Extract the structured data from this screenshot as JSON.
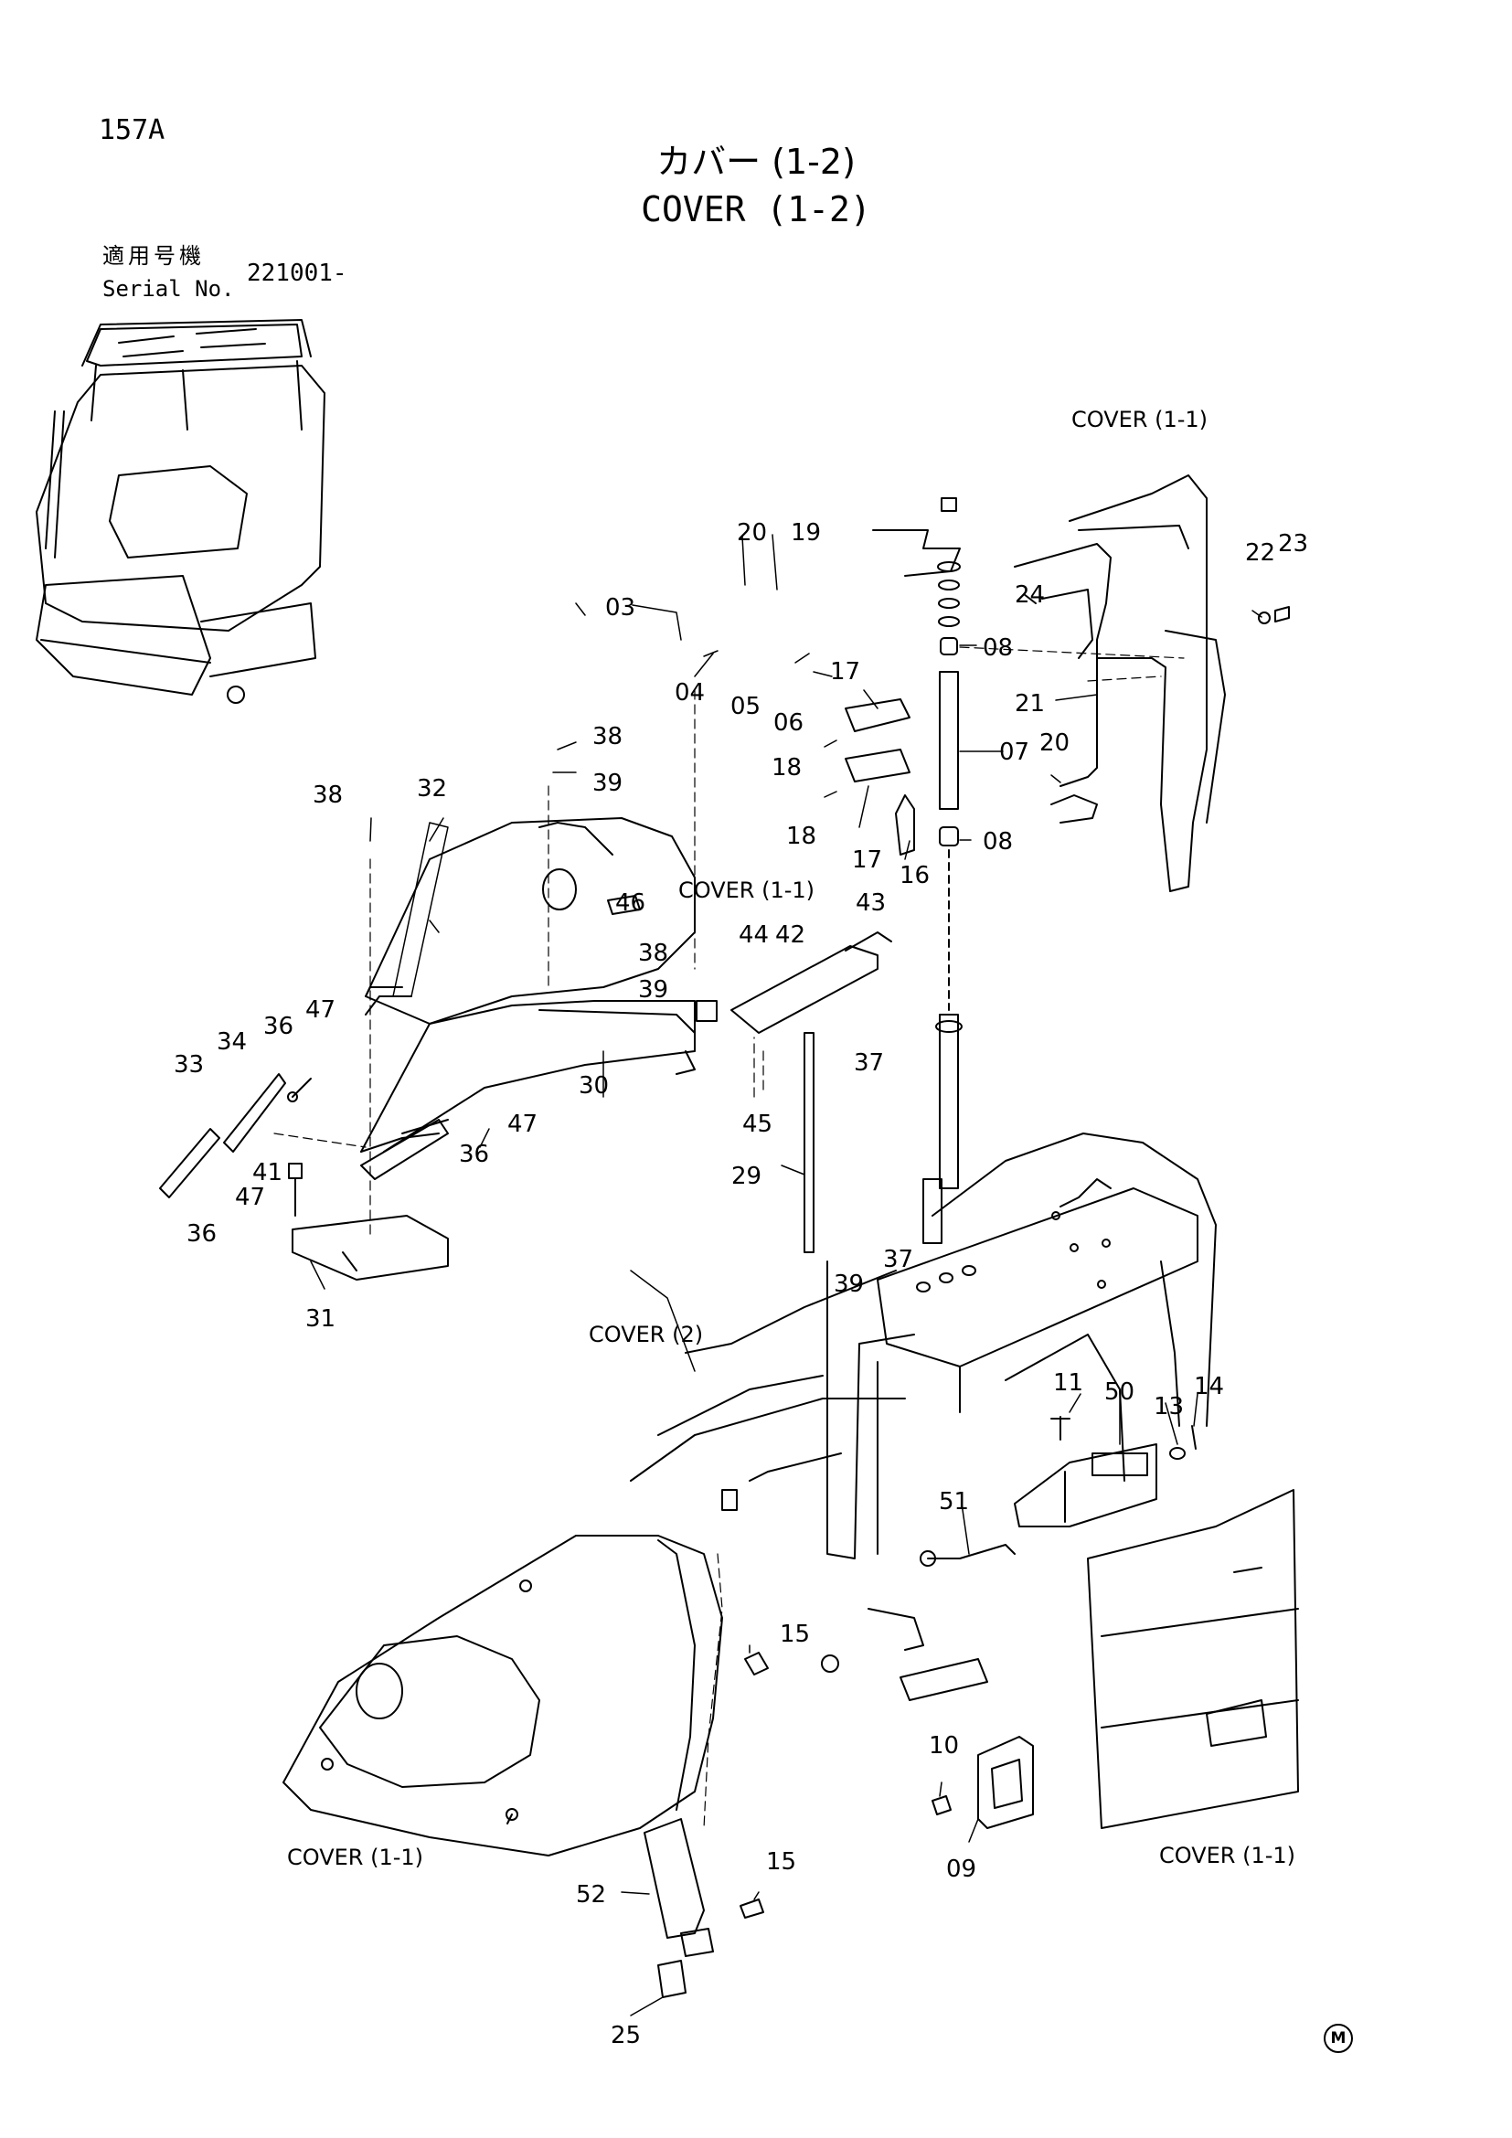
{
  "page_number": "157A",
  "title_jp": "カバー (1-2)",
  "title_en": "COVER (1-2)",
  "serial": {
    "label_jp": "適用号機",
    "label_en": "Serial No.",
    "value": "221001-"
  },
  "callouts": {
    "cover_1_1": "COVER (1-1)",
    "cover_2": "COVER (2)"
  },
  "parts": [
    "03",
    "04",
    "05",
    "06",
    "07",
    "08",
    "09",
    "10",
    "11",
    "13",
    "14",
    "15",
    "16",
    "17",
    "18",
    "19",
    "20",
    "21",
    "22",
    "23",
    "24",
    "25",
    "29",
    "30",
    "31",
    "32",
    "33",
    "34",
    "36",
    "37",
    "38",
    "39",
    "41",
    "42",
    "43",
    "44",
    "45",
    "46",
    "47",
    "50",
    "51",
    "52"
  ],
  "mark": "M"
}
